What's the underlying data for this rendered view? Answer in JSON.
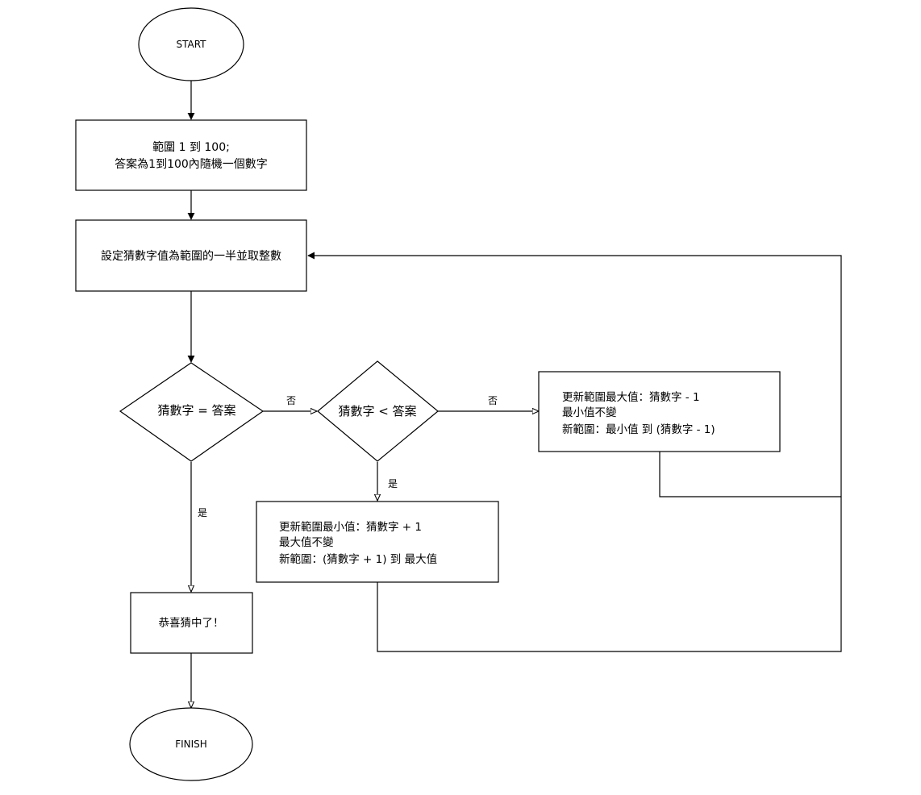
{
  "nodes": {
    "start": "START",
    "init_line1": "範圍 1 到 100;",
    "init_line2": "答案為1到100內隨機一個數字",
    "set_guess": "設定猜數字值為範圍的一半並取整數",
    "decision_equal": "猜數字 = 答案",
    "decision_less": "猜數字  <  答案",
    "update_max_line1": "更新範圍最大值：猜數字 - 1",
    "update_max_line2": "最小值不變",
    "update_max_line3": "新範圍：最小值 到 (猜數字 - 1)",
    "update_min_line1": "更新範圍最小值：猜數字 + 1",
    "update_min_line2": "最大值不變",
    "update_min_line3": "新範圍：(猜數字 + 1) 到 最大值",
    "success": "恭喜猜中了！",
    "finish": "FINISH"
  },
  "edges": {
    "equal_no": "否",
    "less_no": "否",
    "less_yes": "是",
    "equal_yes": "是"
  }
}
